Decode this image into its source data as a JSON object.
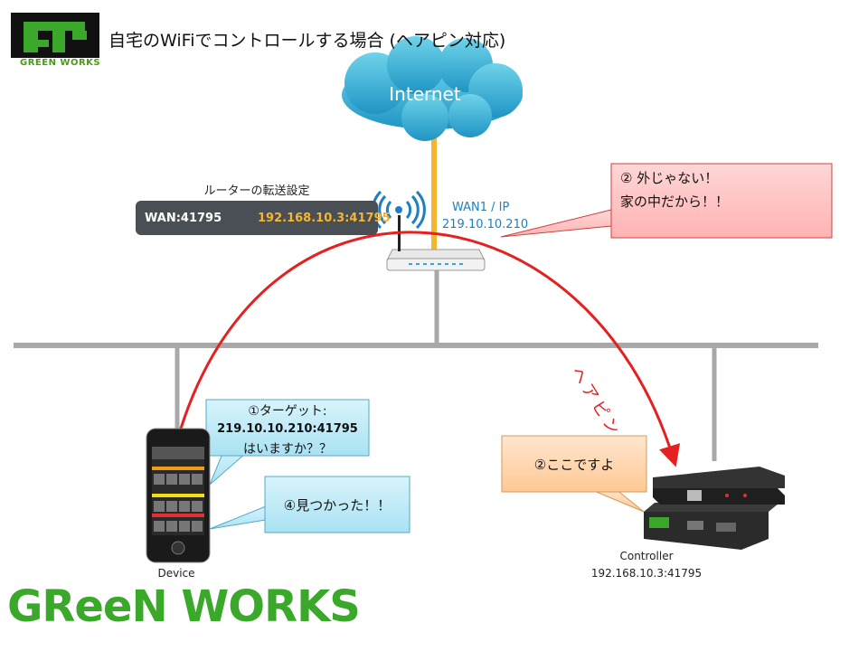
{
  "title": "自宅のWiFiでコントロールする場合 (ヘアピン対応)",
  "logo_small": "GREEN WORKS",
  "logo_large": "GReeN WORKS",
  "cloud": {
    "label": "Internet",
    "color": "#3db8d8"
  },
  "router": {
    "forward_caption": "ルーターの転送設定",
    "forward_wan": "WAN:41795",
    "forward_lan": "192.168.10.3:41795",
    "wan_label": "WAN1 / IP",
    "wan_ip": "219.10.10.210"
  },
  "callouts": {
    "red_line1": "② 外じゃない！",
    "red_line2": "家の中だから！！",
    "blue1_line1": "①ターゲット:",
    "blue1_line2": "219.10.10.210:41795",
    "blue1_line3": "はいますか？？",
    "blue2": "④見つかった！！",
    "orange": "②ここですよ"
  },
  "hairpin_label": "ヘアピン",
  "device": {
    "label": "Device"
  },
  "controller": {
    "label": "Controller",
    "address": "192.168.10.3:41795"
  },
  "colors": {
    "arc": "#e52020",
    "uplink": "#f5b52e",
    "bus": "#a8a8a8",
    "brand": "#3aa829"
  }
}
